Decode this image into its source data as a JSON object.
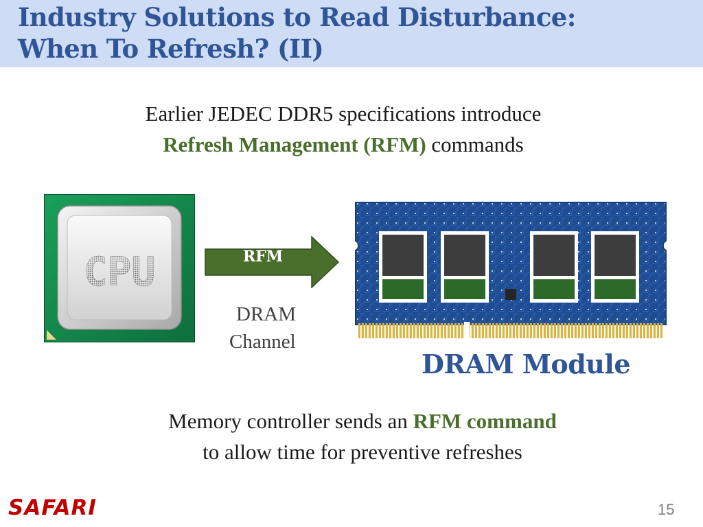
{
  "title": {
    "line1": "Industry Solutions to Read Disturbance:",
    "line2": "When To Refresh? (II)"
  },
  "intro": {
    "line1": "Earlier JEDEC DDR5 specifications introduce",
    "line2_highlight": "Refresh Management (RFM)",
    "line2_rest": " commands"
  },
  "diagram": {
    "cpu_chip_text": "CPU",
    "arrow_label": "RFM",
    "channel_line1": "DRAM",
    "channel_line2": "Channel",
    "module_label": "DRAM Module"
  },
  "outro": {
    "line1_pre": "Memory controller sends an ",
    "line1_highlight": "RFM command",
    "line2": "to allow time for preventive refreshes"
  },
  "footer": {
    "logo": "SAFARI",
    "page_number": "15"
  },
  "colors": {
    "title": "#2f5597",
    "title_bar": "#cfdcf5",
    "highlight_green": "#4a6f2d",
    "logo_red": "#c00000",
    "pcb_blue": "#1f4d94"
  }
}
